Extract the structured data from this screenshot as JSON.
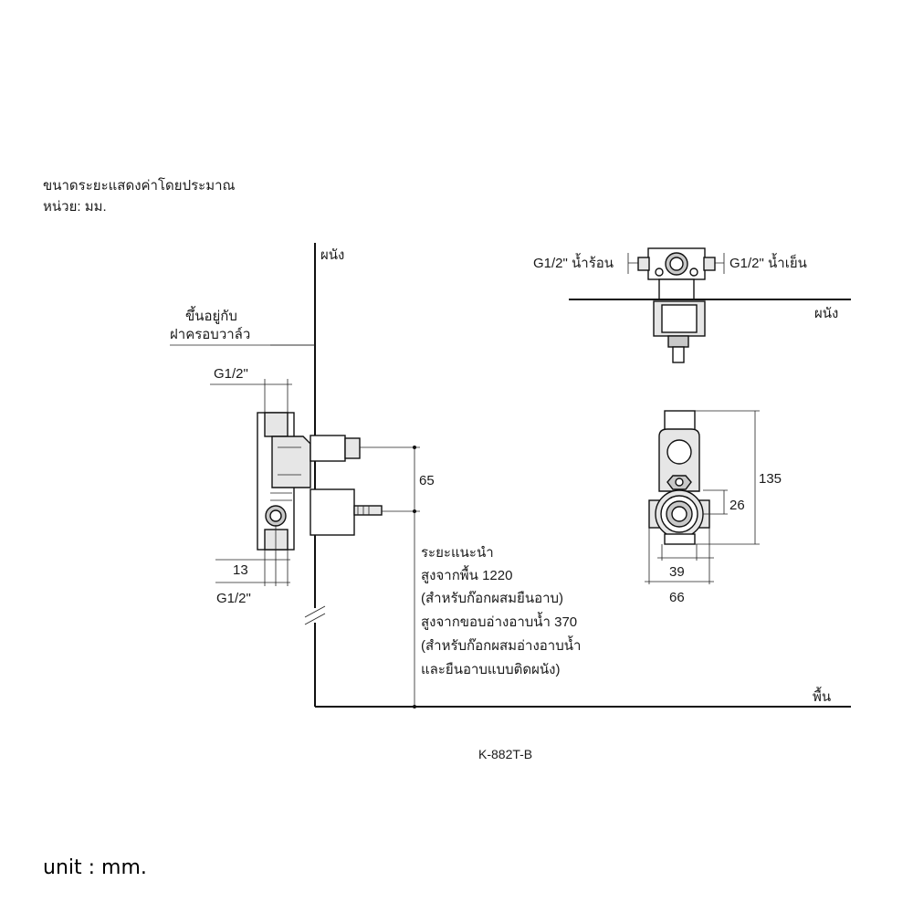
{
  "notes": {
    "line1": "ขนาดระยะแสดงค่าโดยประมาณ",
    "line2": "หน่วย: มม."
  },
  "side_view": {
    "wall_label": "ผนัง",
    "cover_label_1": "ขึ้นอยู่กับ",
    "cover_label_2": "ฝาครอบวาล์ว",
    "thread_top": "G1/2\"",
    "thread_bottom": "G1/2\"",
    "dim_13": "13",
    "dim_65": "65",
    "floor_label": "พื้น"
  },
  "recommendation": {
    "line1": "ระยะแนะนำ",
    "line2": "สูงจากพื้น 1220",
    "line3": "(สำหรับก๊อกผสมยืนอาบ)",
    "line4": "สูงจากขอบอ่างอาบน้ำ 370",
    "line5": "(สำหรับก๊อกผสมอ่างอาบน้ำ",
    "line6": "และยืนอาบแบบติดผนัง)"
  },
  "top_view": {
    "hot_label": "G1/2\" น้ำร้อน",
    "cold_label": "G1/2\" น้ำเย็น",
    "wall_label": "ผนัง"
  },
  "front_view": {
    "dim_135": "135",
    "dim_26": "26",
    "dim_39": "39",
    "dim_66": "66"
  },
  "model": "K-882T-B",
  "unit_note": "unit : mm."
}
